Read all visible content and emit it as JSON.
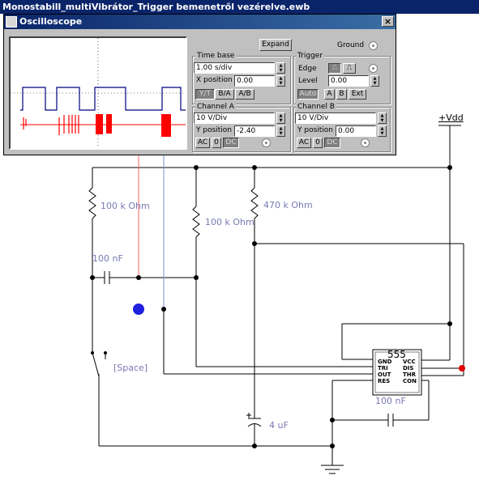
{
  "window": {
    "title": "Monostabill_multiVibrátor_Trigger bemenetről vezérelve.ewb"
  },
  "oscilloscope": {
    "title": "Oscilloscope",
    "close_label": "×",
    "expand_label": "Expand",
    "ground_label": "Ground",
    "timebase": {
      "label": "Time base",
      "value": "1.00 s/div",
      "xpos_label": "X position",
      "xpos_value": "0.00",
      "modes": [
        "Y/T",
        "B/A",
        "A/B"
      ]
    },
    "trigger": {
      "label": "Trigger",
      "edge_label": "Edge",
      "level_label": "Level",
      "level_value": "0.00",
      "sources": [
        "Auto",
        "A",
        "B",
        "Ext"
      ]
    },
    "channel_a": {
      "label": "Channel A",
      "value": "10  V/Div",
      "ypos_label": "Y position",
      "ypos_value": "-2.40",
      "couplings": [
        "AC",
        "0",
        "DC"
      ]
    },
    "channel_b": {
      "label": "Channel B",
      "value": "10  V/Div",
      "ypos_label": "Y position",
      "ypos_value": "0.00",
      "couplings": [
        "AC",
        "0",
        "DC"
      ]
    },
    "colors": {
      "channel_a": "#ff0000",
      "channel_b": "#000080"
    }
  },
  "circuit": {
    "vdd_label": "+Vdd",
    "r1_label": "100 k Ohm",
    "r2_label": "100 k Ohm",
    "r3_label": "470 k Ohm",
    "c1_label": "100 nF",
    "c2_label": "100 nF",
    "c3_label": "4 uF",
    "switch_label": "[Space]",
    "ic_label": "555",
    "ic_pins_left": [
      "GND",
      "TRI",
      "OUT",
      "RES"
    ],
    "ic_pins_right": [
      "VCC",
      "DIS",
      "THR",
      "CON"
    ],
    "wire_color": "#000000",
    "label_color": "#7878b4",
    "probe_a_color": "#ff0000",
    "probe_b_color": "#0000ff"
  }
}
